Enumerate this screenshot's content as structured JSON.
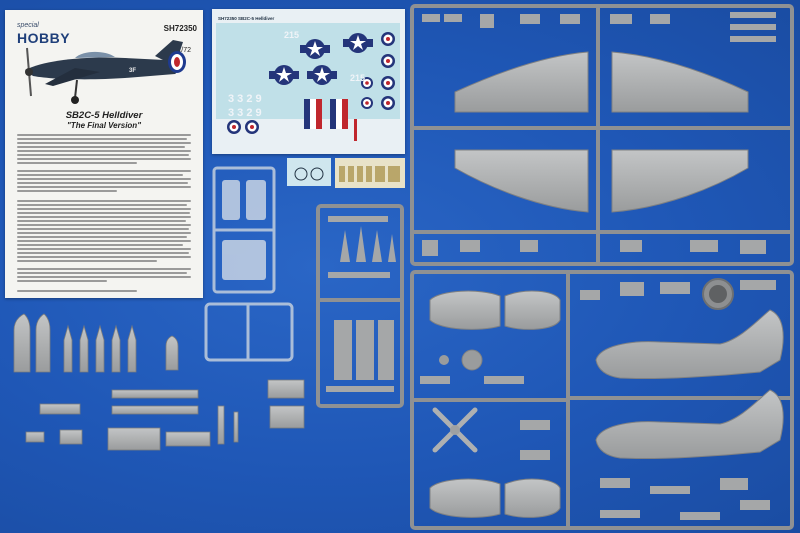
{
  "instructions": {
    "brand_small": "special",
    "brand": "HOBBY",
    "kit_code": "SH72350",
    "scale": "1/72",
    "title": "SB2C-5 Helldiver",
    "subtitle": "\"The Final Version\""
  },
  "decals": {
    "sheet_code": "SH72350 SB2C-5 Helldiver",
    "marking_numbers": [
      "215",
      "215",
      "3 3 2 9",
      "3 3 2 9"
    ]
  },
  "colors": {
    "background": "#1f57b6",
    "plastic": "#a9abac",
    "clear_sprue": "#b9c8dc",
    "decal_sheet": "#e9f0f4",
    "roundel_blue": "#24357a",
    "roundel_red": "#c0272d"
  }
}
